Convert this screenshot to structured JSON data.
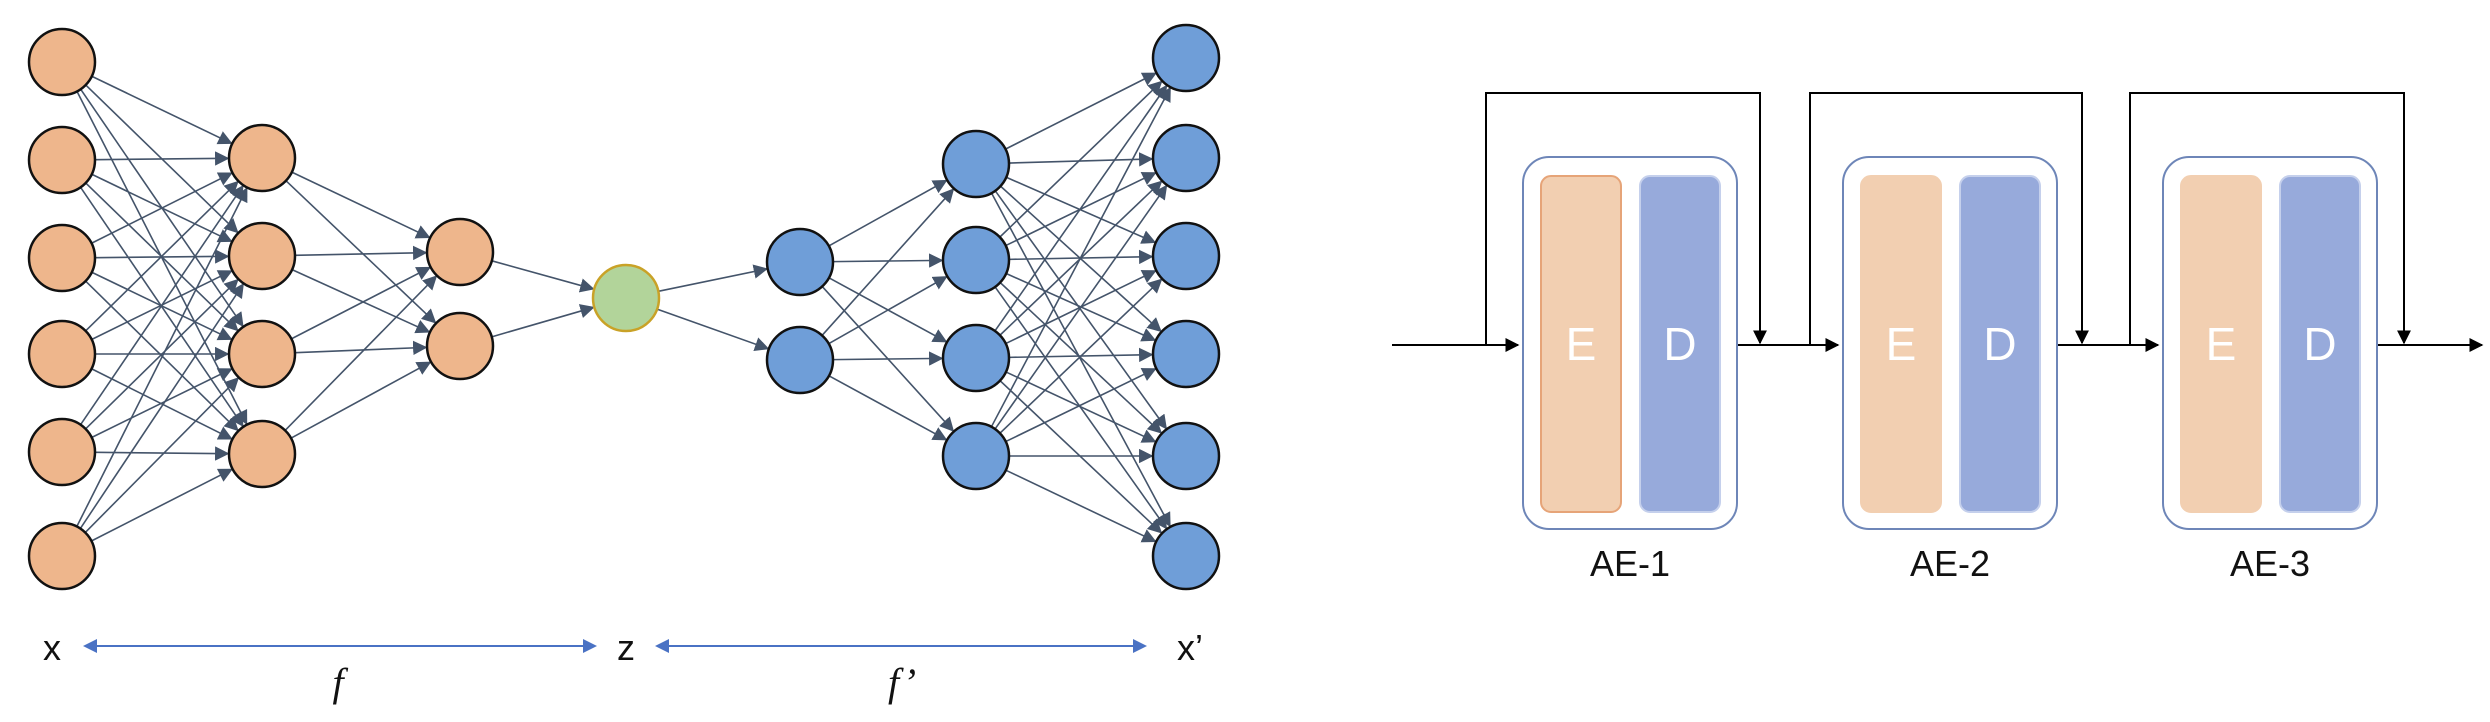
{
  "colors": {
    "encoder_node": "#EEB68C",
    "decoder_node": "#6F9ED8",
    "latent_node": "#B2D49A",
    "latent_stroke": "#C9A227",
    "edge": "#44546A",
    "range_arrow": "#4A72C4",
    "encoder_block": "#F2CFB1",
    "encoder_block_stroke": "#E6A478",
    "decoder_block": "#97AADB",
    "decoder_block_stroke": "#C5D0EC",
    "card_stroke": "#6E86B8"
  },
  "network": {
    "layers": [
      {
        "name": "input",
        "nodes": 6,
        "kind": "encoder"
      },
      {
        "name": "hidden-1",
        "nodes": 4,
        "kind": "encoder"
      },
      {
        "name": "hidden-2",
        "nodes": 2,
        "kind": "encoder"
      },
      {
        "name": "latent",
        "nodes": 1,
        "kind": "latent"
      },
      {
        "name": "hidden-3",
        "nodes": 2,
        "kind": "decoder"
      },
      {
        "name": "hidden-4",
        "nodes": 4,
        "kind": "decoder"
      },
      {
        "name": "output",
        "nodes": 6,
        "kind": "decoder"
      }
    ],
    "labels": {
      "x": "x",
      "z": "z",
      "x_prime": "x’",
      "f": "f",
      "f_prime": "f’"
    }
  },
  "stacked": {
    "blocks": [
      {
        "label": "AE-1",
        "encoder": "E",
        "decoder": "D"
      },
      {
        "label": "AE-2",
        "encoder": "E",
        "decoder": "D"
      },
      {
        "label": "AE-3",
        "encoder": "E",
        "decoder": "D"
      }
    ]
  }
}
